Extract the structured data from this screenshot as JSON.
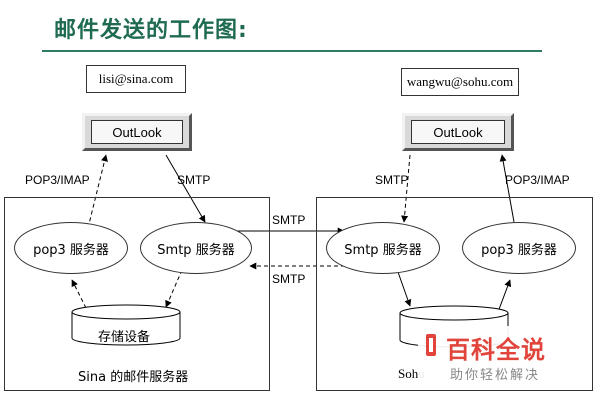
{
  "title": "邮件发送的工作图:",
  "sender": {
    "email": "lisi@sina.com",
    "client": "OutLook",
    "server_caption": "Sina 的邮件服务器",
    "pop3_label": "pop3 服务器",
    "smtp_label": "Smtp 服务器",
    "storage_label": "存储设备",
    "up_protocol": "POP3/IMAP",
    "down_protocol": "SMTP"
  },
  "receiver": {
    "email": "wangwu@sohu.com",
    "client": "OutLook",
    "server_caption": "Sohu",
    "smtp_label": "Smtp 服务器",
    "pop3_label": "pop3 服务器",
    "down_protocol": "SMTP",
    "up_protocol": "POP3/IMAP"
  },
  "links": {
    "forward": "SMTP",
    "back": "SMTP"
  },
  "watermark": {
    "main": "百科全说",
    "sub": "助你轻松解决"
  }
}
